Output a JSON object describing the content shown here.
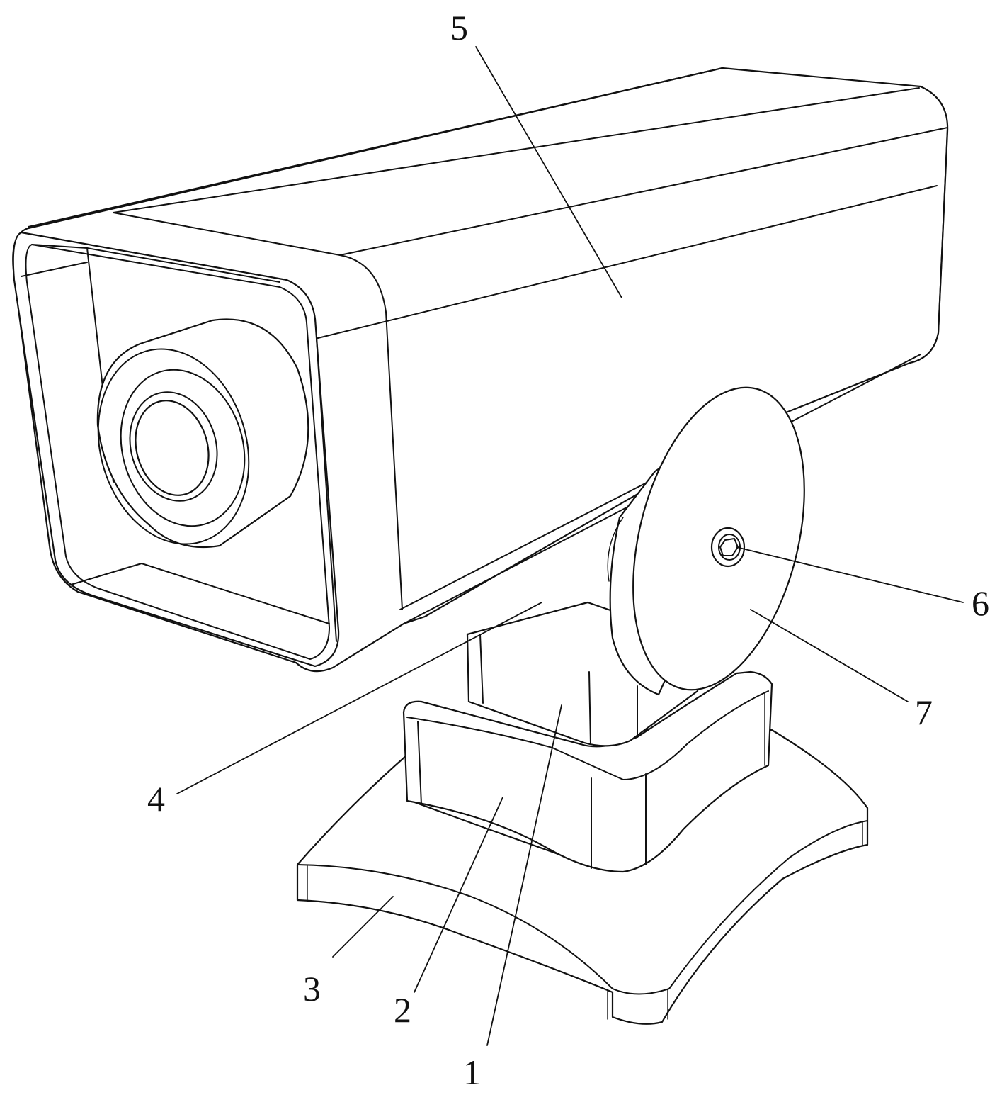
{
  "figure": {
    "labels": [
      {
        "id": "label-1",
        "text": "1"
      },
      {
        "id": "label-2",
        "text": "2"
      },
      {
        "id": "label-3",
        "text": "3"
      },
      {
        "id": "label-4",
        "text": "4"
      },
      {
        "id": "label-5",
        "text": "5"
      },
      {
        "id": "label-6",
        "text": "6"
      },
      {
        "id": "label-7",
        "text": "7"
      }
    ]
  },
  "colors": {
    "line": "#111111",
    "background": "#ffffff"
  }
}
